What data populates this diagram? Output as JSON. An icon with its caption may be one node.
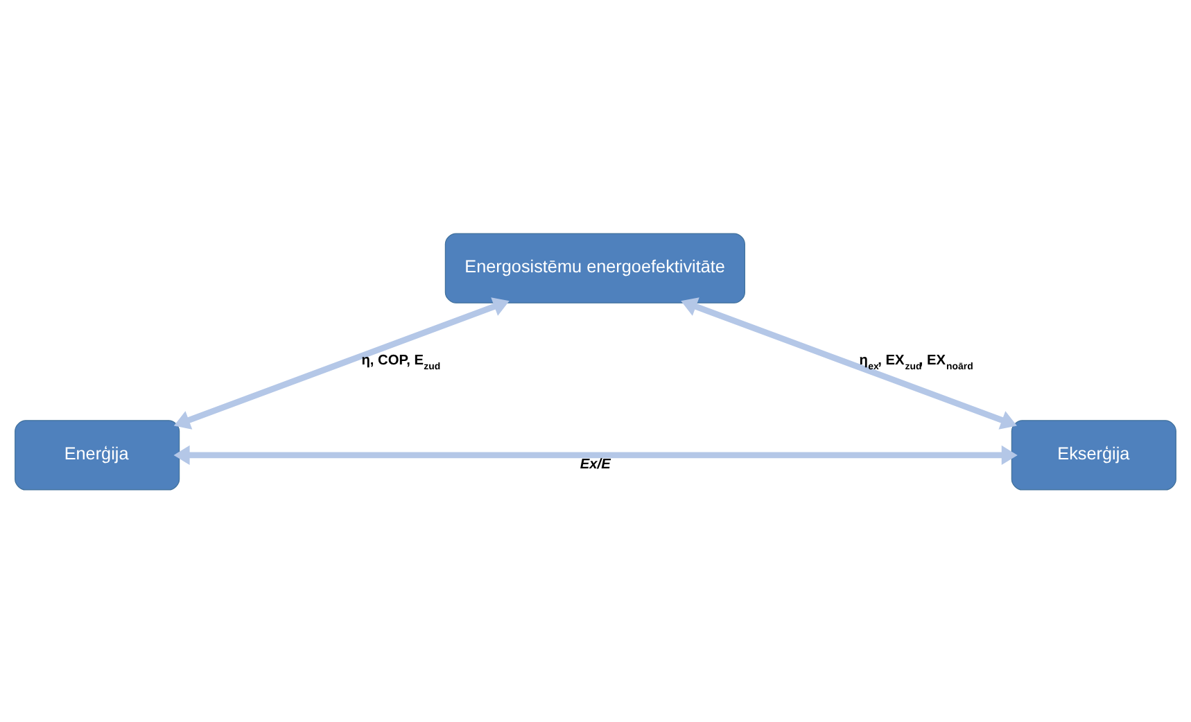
{
  "diagram": {
    "nodes": [
      {
        "text": [
          "Energosistēmu energoefektivitāte"
        ]
      },
      {
        "text": [
          "Enerģija"
        ]
      },
      {
        "text": [
          "Ekserģija"
        ]
      }
    ],
    "edges": [
      {
        "from": 1,
        "to": 0,
        "arrow": "both",
        "label": "η, COP, E$_{zud}$"
      },
      {
        "from": 2,
        "to": 0,
        "arrow": "both",
        "label": "η$_{ex}$, EX$_{zud}$, EX$_{noārd}$"
      },
      {
        "from": 1,
        "to": 2,
        "arrow": "both",
        "label": "*Ex/E*"
      }
    ]
  }
}
